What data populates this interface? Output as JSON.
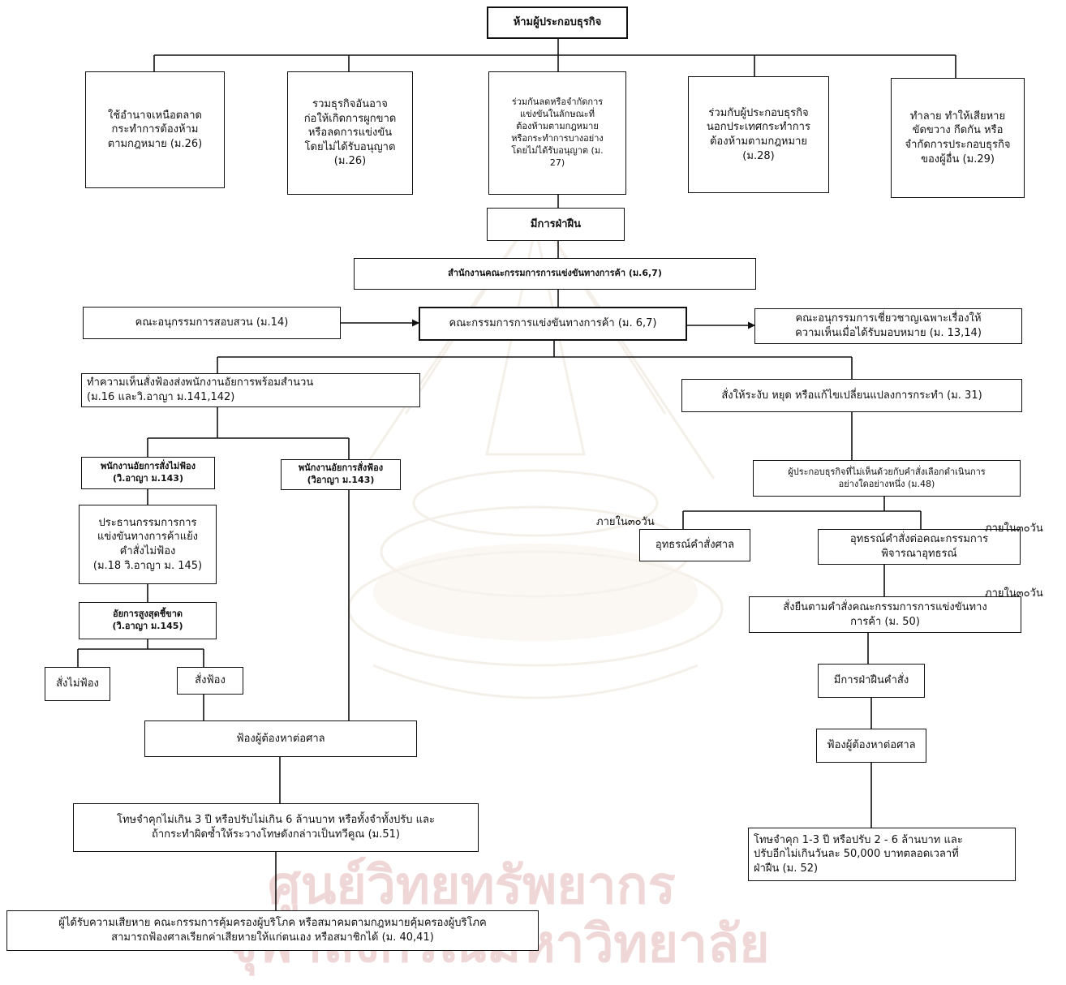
{
  "nodes": {
    "top": "ห้ามผู้ประกอบธุรกิจ",
    "r1": "ใช้อำนาจเหนือตลาด\nกระทำการต้องห้าม\nตามกฎหมาย (ม.26)",
    "r2": "รวมธุรกิจอันอาจ\nก่อให้เกิดการผูกขาด\nหรือลดการแข่งขัน\nโดยไม่ได้รับอนุญาต\n(ม.26)",
    "r3": "ร่วมกันลดหรือจำกัดการ\nแข่งขันในลักษณะที่\nต้องห้ามตามกฎหมาย\nหรือกระทำการบางอย่าง\nโดยไม่ได้รับอนุญาต (ม.\n27)",
    "r4": "ร่วมกับผู้ประกอบธุรกิจ\nนอกประเทศกระทำการ\nต้องห้ามตามกฎหมาย\n(ม.28)",
    "r5": "ทำลาย ทำให้เสียหาย\nขัดขวาง กีดกัน หรือ\nจำกัดการประกอบธุรกิจ\nของผู้อื่น (ม.29)",
    "violation": "มีการฝ่าฝืน",
    "office": "สำนักงานคณะกรรมการการแข่งขันทางการค้า (ม.6,7)",
    "commission": "คณะกรรมการการแข่งขันทางการค้า (ม. 6,7)",
    "sub_investigate": "คณะอนุกรรมการสอบสวน (ม.14)",
    "sub_expert": "คณะอนุกรรมการเชี่ยวชาญเฉพาะเรื่องให้\nความเห็นเมื่อได้รับมอบหมาย (ม. 13,14)",
    "prosecute_opinion": "ทำความเห็นสั่งฟ้องส่งพนักงานอัยการพร้อมสำนวน\n(ม.16 และวิ.อาญา ม.141,142)",
    "order_stop": "สั่งให้ระงับ หยุด หรือแก้ไขเปลี่ยนแปลงการกระทำ (ม. 31)",
    "no_prosecute": "พนักงานอัยการสั่งไม่ฟ้อง\n(วิ.อาญา ม.143)",
    "prosecute": "พนักงานอัยการสั่งฟ้อง\n(วิอาญา ม.143)",
    "chairman_object": "ประธานกรรมการการ\nแข่งขันทางการค้าแย้ง\nคำสั่งไม่ฟ้อง\n(ม.18 วิ.อาญา ม. 145)",
    "attorney_general": "อัยการสูงสุดชี้ขาด\n(วิ.อาญา ม.145)",
    "order_no": "สั่งไม่ฟ้อง",
    "order_yes": "สั่งฟ้อง",
    "sue_court": "ฟ้องผู้ต้องหาต่อศาล",
    "penalty1": "โทษจำคุกไม่เกิน 3 ปี หรือปรับไม่เกิน 6 ล้านบาท หรือทั้งจำทั้งปรับ และ\nถ้ากระทำผิดซ้ำให้ระวางโทษดังกล่าวเป็นทวีคูณ (ม.51)",
    "damage": "ผู้ได้รับความเสียหาย คณะกรรมการคุ้มครองผู้บริโภค หรือสมาคมตามกฎหมายคุ้มครองผู้บริโภค\nสามารถฟ้องศาลเรียกค่าเสียหายให้แก่ตนเอง หรือสมาชิกได้ (ม. 40,41)",
    "disagree": "ผู้ประกอบธุรกิจที่ไม่เห็นด้วยกับคำสั่งเลือกดำเนินการ\nอย่างใดอย่างหนึ่ง (ม.48)",
    "appeal_court": "อุทธรณ์คำสั่งศาล",
    "appeal_committee": "อุทธรณ์คำสั่งต่อคณะกรรมการ\nพิจารณาอุทธรณ์",
    "uphold": "สั่งยืนตามคำสั่งคณะกรรมการการแข่งขันทาง\nการค้า (ม. 50)",
    "violate_order": "มีการฝ่าฝืนคำสั่ง",
    "sue_court2": "ฟ้องผู้ต้องหาต่อศาล",
    "penalty2": "โทษจำคุก 1-3 ปี หรือปรับ 2 - 6 ล้านบาท และ\nปรับอีกไม่เกินวันละ 50,000 บาทตลอดเวลาที่\nฝ่าฝืน (ม. 52)"
  },
  "labels": {
    "within_30_a": "ภายใน๓๐วัน",
    "within_30_b": "ภายใน๓๐วัน",
    "within_30_c": "ภายใน๓๐วัน"
  },
  "watermark": {
    "line1": "ศูนย์วิทยทรัพยากร",
    "line2": "จุฬาลงกรณ์มหาวิทยาลัย"
  },
  "colors": {
    "line": "#111111",
    "watermark": "#c9a0a0"
  }
}
